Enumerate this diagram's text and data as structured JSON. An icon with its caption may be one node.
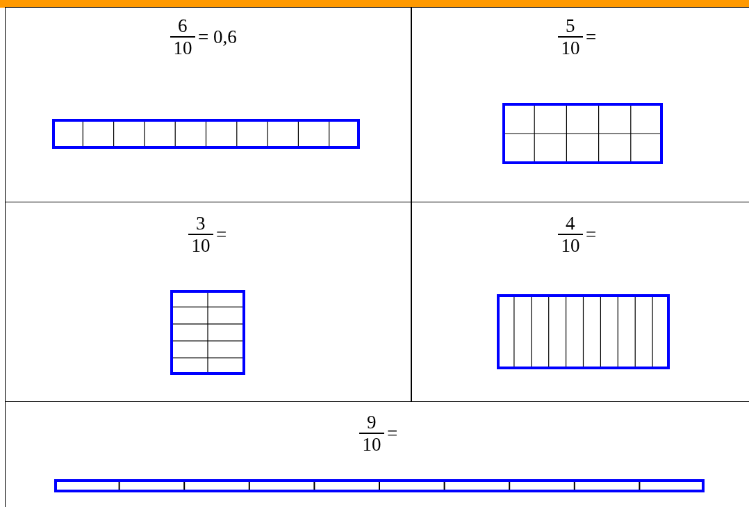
{
  "diagram": {
    "labels": [
      "6",
      "10",
      "= 0,6",
      "5",
      "10",
      "=",
      "3",
      "10",
      "=",
      "4",
      "10",
      "=",
      "9",
      "10",
      "="
    ]
  }
}
